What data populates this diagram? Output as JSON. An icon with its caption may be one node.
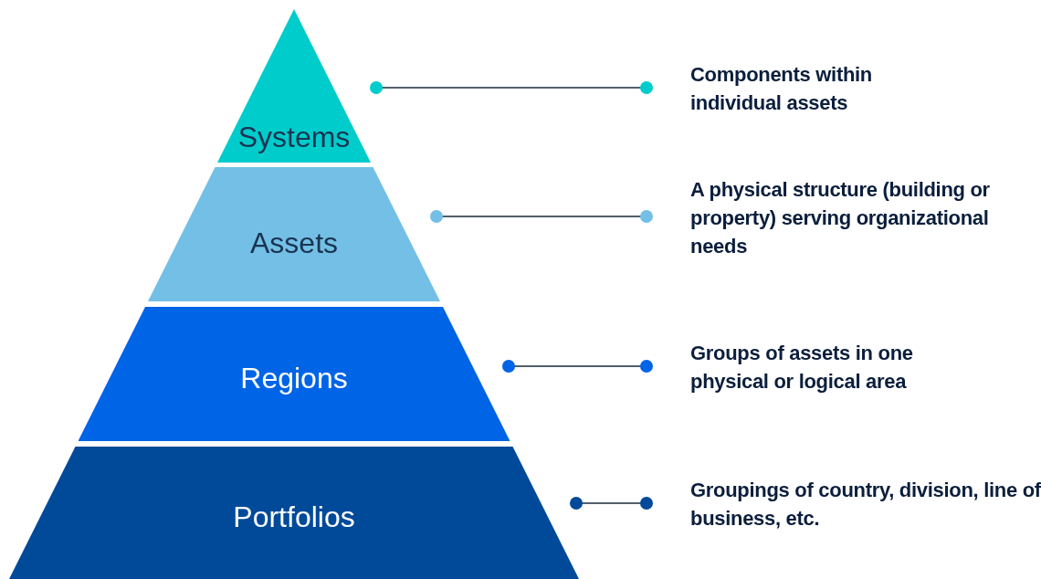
{
  "diagram": {
    "nodes": [
      {
        "text": [
          "Systems"
        ]
      },
      {
        "text": [
          "Assets"
        ]
      },
      {
        "text": [
          "Regions"
        ]
      },
      {
        "text": [
          "Portfolios"
        ]
      },
      {
        "text": [
          "Components within individual assets"
        ]
      },
      {
        "text": [
          "A physical structure (building or property) serving organizational needs"
        ]
      },
      {
        "text": [
          "Groups of assets in one physical or logical area"
        ]
      },
      {
        "text": [
          "Groupings of country, division, line of business, etc."
        ]
      }
    ],
    "edges": [
      {
        "from": 0,
        "to": 4,
        "arrow": "other"
      },
      {
        "from": 1,
        "to": 5,
        "arrow": "other"
      },
      {
        "from": 2,
        "to": 6,
        "arrow": "other"
      },
      {
        "from": 3,
        "to": 7,
        "arrow": "other"
      }
    ]
  }
}
